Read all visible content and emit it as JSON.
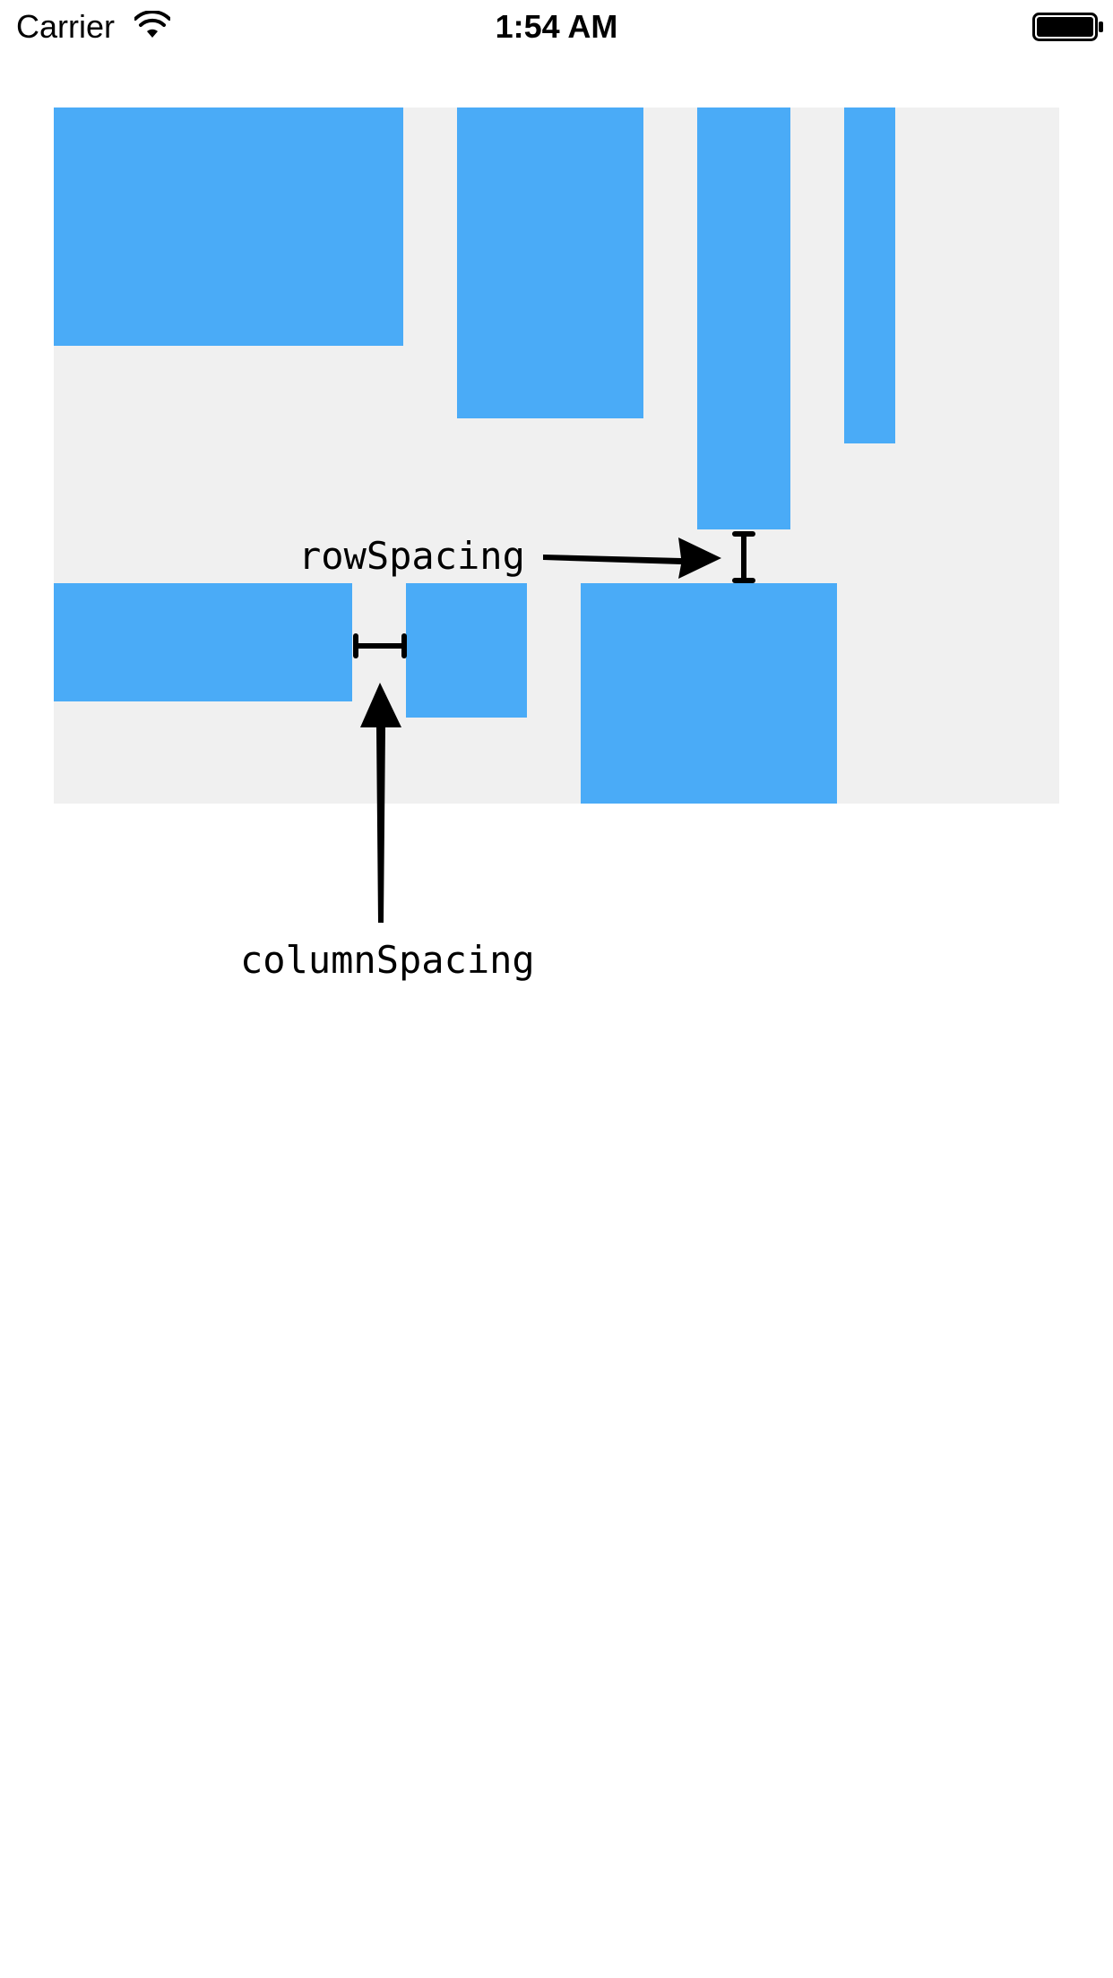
{
  "status_bar": {
    "carrier": "Carrier",
    "time": "1:54 AM",
    "wifi_icon": "wifi-icon",
    "battery_icon": "battery-full-icon"
  },
  "grid": {
    "background_color": "#f0f0f0",
    "cell_color": "#4aabf7"
  },
  "annotations": {
    "row_spacing_label": "rowSpacing",
    "column_spacing_label": "columnSpacing",
    "arrow_color": "#000000"
  }
}
